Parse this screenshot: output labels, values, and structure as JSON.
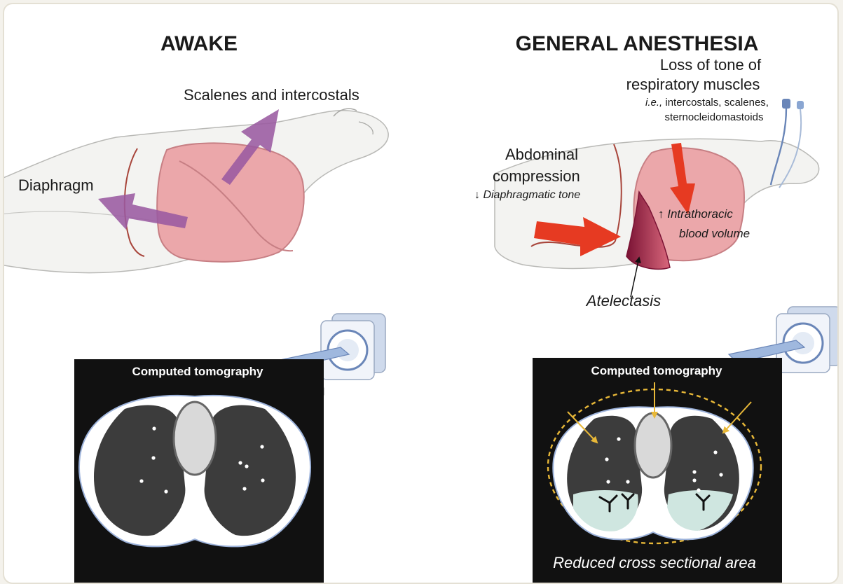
{
  "awake": {
    "title": "AWAKE",
    "label_scalenes": "Scalenes and intercostals",
    "label_diaphragm": "Diaphragm",
    "ct_title": "Computed tomography"
  },
  "anesthesia": {
    "title": "GENERAL ANESTHESIA",
    "loss_line1": "Loss of tone of",
    "loss_line2": "respiratory muscles",
    "loss_ie": "i.e.,",
    "loss_examples1": " intercostals, scalenes,",
    "loss_examples2": "sternocleidomastoids",
    "abd_line1": "Abdominal",
    "abd_line2": "compression",
    "abd_line3": "↓ Diaphragmatic tone",
    "intra_line1": "↑ Intrathoracic",
    "intra_line2": "blood volume",
    "atelectasis": "Atelectasis",
    "ct_title": "Computed tomography",
    "ct_caption": "Reduced cross sectional area"
  },
  "colors": {
    "lung": "#eba7aa",
    "lung_edge": "#c77f84",
    "muscle_arrow": "#9a5aa0",
    "compression_arrow": "#e63a22",
    "atelectasis": "#8c1c40",
    "ct_bg": "#111111",
    "ct_lung": "#3c3c3c",
    "ct_effusion": "#cfe6e0",
    "ct_arrow": "#e8b838"
  }
}
